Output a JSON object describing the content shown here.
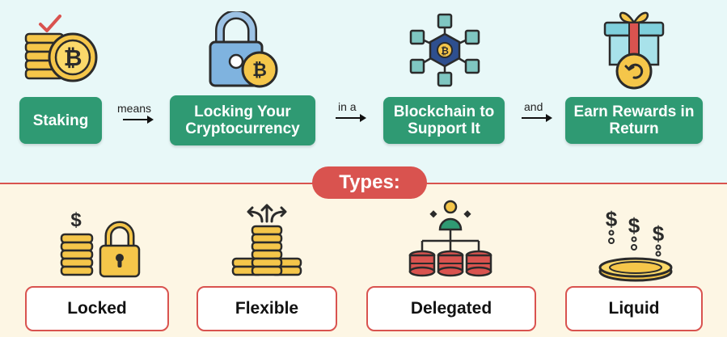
{
  "flow": {
    "steps": [
      {
        "label": "Staking",
        "icon": "coin-stack-check-icon"
      },
      {
        "label": "Locking Your Cryptocurrency",
        "icon": "padlock-bitcoin-icon"
      },
      {
        "label": "Blockchain to Support It",
        "icon": "blockchain-network-icon"
      },
      {
        "label": "Earn Rewards in Return",
        "icon": "gift-box-coin-icon"
      }
    ],
    "connectors": [
      "means",
      "in a",
      "and"
    ]
  },
  "types": {
    "title": "Types:",
    "items": [
      {
        "label": "Locked",
        "icon": "locked-coins-icon"
      },
      {
        "label": "Flexible",
        "icon": "flexible-coins-icon"
      },
      {
        "label": "Delegated",
        "icon": "delegated-stake-icon"
      },
      {
        "label": "Liquid",
        "icon": "liquid-coin-icon"
      }
    ]
  },
  "colors": {
    "green": "#2f9a73",
    "red": "#d9534f",
    "top_background": "#e8f8f8",
    "bottom_background": "#fdf6e4",
    "gold": "#f5c64a"
  }
}
